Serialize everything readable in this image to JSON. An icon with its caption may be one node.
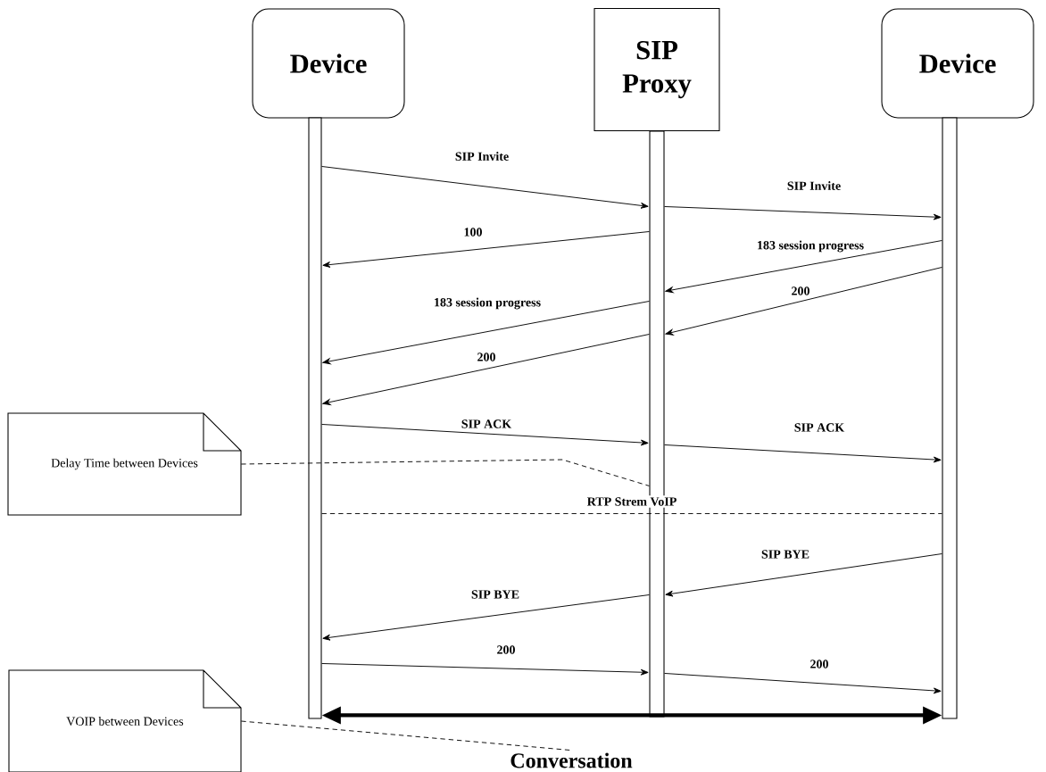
{
  "diagram": {
    "nodes": [
      {
        "text": [
          "Device"
        ]
      },
      {
        "text": [
          "SIP Proxy"
        ]
      },
      {
        "text": [
          "Device"
        ]
      },
      {
        "text": [],
        "shape": "bar"
      },
      {
        "text": [],
        "shape": "bar"
      },
      {
        "text": [],
        "shape": "bar"
      },
      {
        "text": [
          "Delay Time between Devices"
        ]
      },
      {
        "text": [
          "VOIP between Devices"
        ]
      },
      {
        "text": [
          "Conversation"
        ]
      }
    ],
    "edges": [
      {
        "from": 3,
        "to": 4,
        "arrow": "to",
        "label": "SIP Invite"
      },
      {
        "from": 4,
        "to": 5,
        "arrow": "to",
        "label": "SIP Invite"
      },
      {
        "from": 4,
        "to": 3,
        "arrow": "to",
        "label": "100"
      },
      {
        "from": 5,
        "to": 4,
        "arrow": "to",
        "label": "183 session progress"
      },
      {
        "from": 5,
        "to": 4,
        "arrow": "to",
        "label": "200"
      },
      {
        "from": 4,
        "to": 3,
        "arrow": "to",
        "label": "183 session progress"
      },
      {
        "from": 4,
        "to": 3,
        "arrow": "to",
        "label": "200"
      },
      {
        "from": 3,
        "to": 4,
        "arrow": "to",
        "label": "SIP ACK"
      },
      {
        "from": 4,
        "to": 5,
        "arrow": "to",
        "label": "SIP ACK"
      },
      {
        "from": 3,
        "to": 5,
        "arrow": "none",
        "label": "RTP Strem VoIP",
        "style": "dashed"
      },
      {
        "from": 5,
        "to": 4,
        "arrow": "to",
        "label": "SIP BYE"
      },
      {
        "from": 4,
        "to": 3,
        "arrow": "to",
        "label": "SIP BYE"
      },
      {
        "from": 3,
        "to": 4,
        "arrow": "to",
        "label": "200"
      },
      {
        "from": 4,
        "to": 5,
        "arrow": "to",
        "label": "200"
      },
      {
        "from": 3,
        "to": 5,
        "arrow": "both",
        "style": "thick"
      },
      {
        "from": 6,
        "to": 4,
        "arrow": "none",
        "style": "dashed"
      },
      {
        "from": 7,
        "to": 8,
        "arrow": "none",
        "style": "dashed"
      }
    ]
  }
}
